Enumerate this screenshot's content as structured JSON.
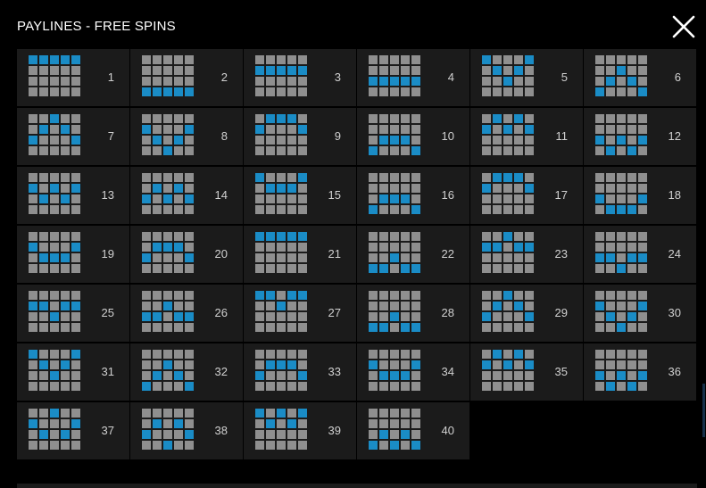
{
  "header": {
    "title": "PAYLINES - FREE SPINS"
  },
  "colors": {
    "active": "#1a8cc6",
    "inactive": "#8f8f8f",
    "cell_bg": "#1b1b1b",
    "background": "#000000"
  },
  "icons": {
    "close": "close-icon"
  },
  "paylines": [
    {
      "label": "1",
      "rows": [
        0,
        0,
        0,
        0,
        0
      ]
    },
    {
      "label": "2",
      "rows": [
        3,
        3,
        3,
        3,
        3
      ]
    },
    {
      "label": "3",
      "rows": [
        1,
        1,
        1,
        1,
        1
      ]
    },
    {
      "label": "4",
      "rows": [
        2,
        2,
        2,
        2,
        2
      ]
    },
    {
      "label": "5",
      "rows": [
        0,
        1,
        2,
        1,
        0
      ]
    },
    {
      "label": "6",
      "rows": [
        3,
        2,
        1,
        2,
        3
      ]
    },
    {
      "label": "7",
      "rows": [
        2,
        1,
        0,
        1,
        2
      ]
    },
    {
      "label": "8",
      "rows": [
        1,
        2,
        3,
        2,
        1
      ]
    },
    {
      "label": "9",
      "rows": [
        1,
        0,
        0,
        0,
        1
      ]
    },
    {
      "label": "10",
      "rows": [
        3,
        2,
        2,
        2,
        3
      ]
    },
    {
      "label": "11",
      "rows": [
        1,
        0,
        1,
        0,
        1
      ]
    },
    {
      "label": "12",
      "rows": [
        2,
        3,
        2,
        3,
        2
      ]
    },
    {
      "label": "13",
      "rows": [
        1,
        2,
        1,
        2,
        1
      ]
    },
    {
      "label": "14",
      "rows": [
        2,
        1,
        2,
        1,
        2
      ]
    },
    {
      "label": "15",
      "rows": [
        0,
        1,
        1,
        1,
        0
      ]
    },
    {
      "label": "16",
      "rows": [
        3,
        2,
        2,
        2,
        3
      ]
    },
    {
      "label": "17",
      "rows": [
        1,
        0,
        0,
        0,
        1
      ]
    },
    {
      "label": "18",
      "rows": [
        2,
        3,
        3,
        3,
        2
      ]
    },
    {
      "label": "19",
      "rows": [
        1,
        2,
        2,
        2,
        1
      ]
    },
    {
      "label": "20",
      "rows": [
        2,
        1,
        1,
        1,
        2
      ]
    },
    {
      "label": "21",
      "rows": [
        0,
        0,
        0,
        0,
        0
      ]
    },
    {
      "label": "22",
      "rows": [
        3,
        3,
        2,
        3,
        3
      ]
    },
    {
      "label": "23",
      "rows": [
        1,
        1,
        0,
        1,
        1
      ]
    },
    {
      "label": "24",
      "rows": [
        2,
        2,
        3,
        2,
        2
      ]
    },
    {
      "label": "25",
      "rows": [
        1,
        1,
        2,
        1,
        1
      ]
    },
    {
      "label": "26",
      "rows": [
        2,
        2,
        1,
        2,
        2
      ]
    },
    {
      "label": "27",
      "rows": [
        0,
        0,
        1,
        0,
        0
      ]
    },
    {
      "label": "28",
      "rows": [
        3,
        3,
        2,
        3,
        3
      ]
    },
    {
      "label": "29",
      "rows": [
        2,
        1,
        0,
        1,
        2
      ]
    },
    {
      "label": "30",
      "rows": [
        1,
        2,
        3,
        2,
        1
      ]
    },
    {
      "label": "31",
      "rows": [
        0,
        1,
        2,
        1,
        0
      ]
    },
    {
      "label": "32",
      "rows": [
        3,
        2,
        1,
        2,
        3
      ]
    },
    {
      "label": "33",
      "rows": [
        2,
        1,
        1,
        1,
        2
      ]
    },
    {
      "label": "34",
      "rows": [
        1,
        2,
        2,
        2,
        1
      ]
    },
    {
      "label": "35",
      "rows": [
        1,
        0,
        1,
        0,
        1
      ]
    },
    {
      "label": "36",
      "rows": [
        2,
        3,
        2,
        3,
        2
      ]
    },
    {
      "label": "37",
      "rows": [
        1,
        2,
        0,
        2,
        1
      ]
    },
    {
      "label": "38",
      "rows": [
        2,
        1,
        3,
        1,
        2
      ]
    },
    {
      "label": "39",
      "rows": [
        0,
        1,
        0,
        1,
        0
      ]
    },
    {
      "label": "40",
      "rows": [
        3,
        2,
        3,
        2,
        3
      ]
    }
  ]
}
